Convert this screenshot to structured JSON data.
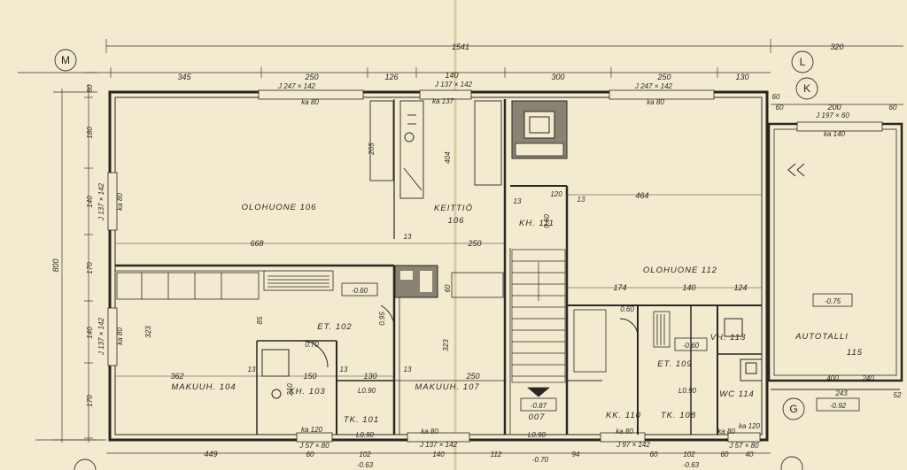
{
  "grid_markers": {
    "m": "M",
    "l": "L",
    "k": "K",
    "g": "G"
  },
  "overall": {
    "width": "1541",
    "right_ext": "320",
    "height": "800"
  },
  "top_dims": {
    "a": "345",
    "b": "250",
    "c": "126",
    "d": "140",
    "e": "300",
    "f": "250",
    "g": "130",
    "h": "200",
    "i": "60",
    "j": "60",
    "k": "60"
  },
  "window_marks": {
    "w1": "J 247 × 142",
    "w2": "J 137 × 142",
    "w3": "J 247 × 142",
    "w4": "J 197 × 60",
    "w5": "J 137 × 142",
    "w6": "J 137 × 142",
    "w7": "J 137 × 142",
    "w8": "J 57 × 80",
    "w9": "J 97 × 142",
    "w10": "J 57 × 80"
  },
  "ka_marks": {
    "k1": "ka 80",
    "k2": "ka 137",
    "k3": "ka 80",
    "k4": "ka 140",
    "k5": "ka 80",
    "k6": "ka 80",
    "k7": "ka 80",
    "k8": "ka 80",
    "k9": "ka 120",
    "k10": "ka 120",
    "k11": "ka 80"
  },
  "left_dims": {
    "a": "80",
    "b": "180",
    "c": "140",
    "d": "170",
    "e": "140",
    "f": "170"
  },
  "rooms": {
    "olohuone_106": "OLOHUONE 106",
    "keittio": "KEITTIÖ",
    "keittio_no": "106",
    "olohuone_112": "OLOHUONE 112",
    "autotalli": "AUTOTALLI",
    "autotalli_no": "115",
    "makuuh_104": "MAKUUH. 104",
    "makuuh_107": "MAKUUH. 107",
    "et_102": "ET. 102",
    "kh_103": "KH. 103",
    "tk_101": "TK. 101",
    "kh_111": "KH. 111",
    "kk_110": "KK. 110",
    "et_109": "ET. 109",
    "tk_108": "TK. 108",
    "wc_114": "WC 114",
    "vh_113": "VH. 113",
    "room_007": "007"
  },
  "levels": {
    "l1": "-0.60",
    "l2": "-0.87",
    "l3": "-0.60",
    "l4": "-0.75",
    "l5": "-0.92",
    "l6": "-0.63",
    "l7": "-0.63",
    "l8": "-0.70"
  },
  "interior_dims": {
    "d668": "668",
    "d250a": "250",
    "d13a": "13",
    "d464": "464",
    "d120": "120",
    "d13b": "13",
    "d13c": "13",
    "d404": "404",
    "d205": "205",
    "d174": "174",
    "d140": "140",
    "d124": "124",
    "d362": "362",
    "d150": "150",
    "d130": "130",
    "d250b": "250",
    "d323a": "323",
    "d323b": "323",
    "d070": "0.70",
    "d095": "0.95",
    "d060a": "0.60",
    "d060b": "0.60",
    "d090a": "L0.90",
    "d090b": "L0.90",
    "d090c": "L0.90",
    "d090d": "L0.90",
    "d210": "210",
    "d85": "85",
    "d60": "60",
    "d13d": "13",
    "d13e": "13",
    "d13f": "13",
    "d400": "400",
    "d240": "240",
    "d243": "243",
    "d52": "52"
  },
  "bottom_dims": {
    "a": "449",
    "b": "60",
    "c": "102",
    "d": "140",
    "e": "112",
    "f": "94",
    "g": "60",
    "h": "102",
    "i": "60",
    "j": "40"
  }
}
